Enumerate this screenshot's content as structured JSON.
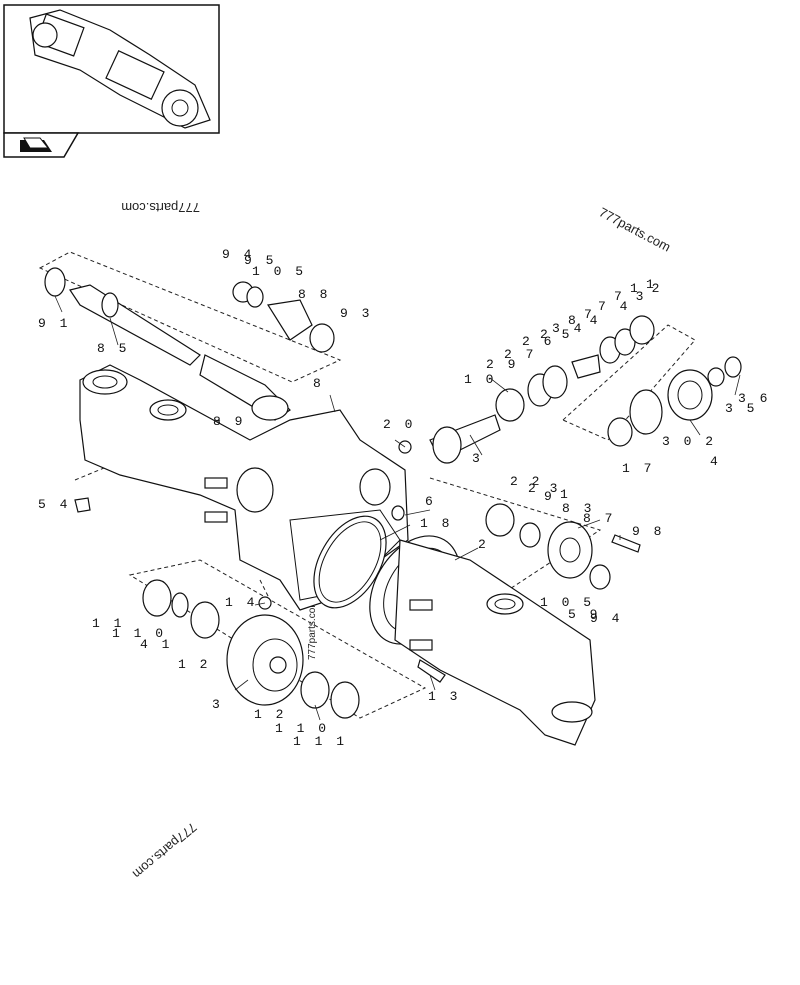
{
  "watermarks": [
    "777parts.com",
    "777parts.com",
    "777parts.com",
    "777parts.com"
  ],
  "callouts": [
    {
      "id": "c91",
      "text": "9 1"
    },
    {
      "id": "c85",
      "text": "8 5"
    },
    {
      "id": "c94",
      "text": "9 4"
    },
    {
      "id": "c95",
      "text": "9 5"
    },
    {
      "id": "c105a",
      "text": "1 0 5"
    },
    {
      "id": "c88",
      "text": "8 8"
    },
    {
      "id": "c93",
      "text": "9 3"
    },
    {
      "id": "c8",
      "text": "8"
    },
    {
      "id": "c89",
      "text": "8 9"
    },
    {
      "id": "c20",
      "text": "2 0"
    },
    {
      "id": "c3a",
      "text": "3"
    },
    {
      "id": "c10",
      "text": "1 0"
    },
    {
      "id": "c29",
      "text": "2 9"
    },
    {
      "id": "c27",
      "text": "2 7"
    },
    {
      "id": "c26",
      "text": "2 6"
    },
    {
      "id": "c25",
      "text": "2 5"
    },
    {
      "id": "c34",
      "text": "3 4"
    },
    {
      "id": "c84",
      "text": "8 4"
    },
    {
      "id": "c7a",
      "text": "7"
    },
    {
      "id": "c74",
      "text": "7 4"
    },
    {
      "id": "c73",
      "text": "7 3"
    },
    {
      "id": "c12a",
      "text": "1 2"
    },
    {
      "id": "c1a",
      "text": "1"
    },
    {
      "id": "c35",
      "text": "3 5"
    },
    {
      "id": "c36",
      "text": "3 6"
    },
    {
      "id": "c302",
      "text": "3 0 2"
    },
    {
      "id": "c17",
      "text": "1 7"
    },
    {
      "id": "c4a",
      "text": "4"
    },
    {
      "id": "c54",
      "text": "5 4"
    },
    {
      "id": "c6",
      "text": "6"
    },
    {
      "id": "c18",
      "text": "1 8"
    },
    {
      "id": "c2a",
      "text": "2"
    },
    {
      "id": "c22",
      "text": "2 2"
    },
    {
      "id": "c23",
      "text": "2 3"
    },
    {
      "id": "c9a",
      "text": "9"
    },
    {
      "id": "c1b",
      "text": "1"
    },
    {
      "id": "c83",
      "text": "8 3"
    },
    {
      "id": "c87",
      "text": "8 7"
    },
    {
      "id": "c98",
      "text": "9 8"
    },
    {
      "id": "c105b",
      "text": "1 0 5"
    },
    {
      "id": "c59",
      "text": "5 9"
    },
    {
      "id": "c94b",
      "text": "9 4"
    },
    {
      "id": "c14",
      "text": "1 4"
    },
    {
      "id": "c11a",
      "text": "1 1"
    },
    {
      "id": "c110",
      "text": "1 1 0"
    },
    {
      "id": "c41",
      "text": "4 1"
    },
    {
      "id": "c12b",
      "text": "1 2"
    },
    {
      "id": "c3b",
      "text": "3"
    },
    {
      "id": "c12c",
      "text": "1 2"
    },
    {
      "id": "c110b",
      "text": "1 1 0"
    },
    {
      "id": "c111",
      "text": "1 1 1"
    },
    {
      "id": "c13",
      "text": "1 3"
    }
  ]
}
